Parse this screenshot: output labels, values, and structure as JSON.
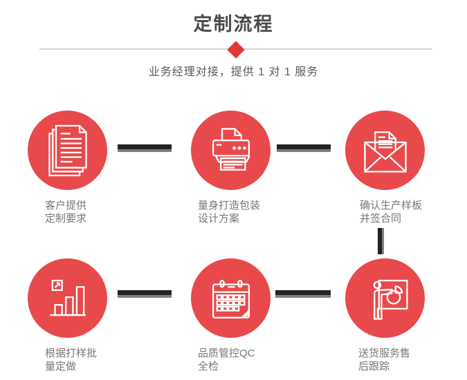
{
  "header": {
    "title": "定制流程",
    "subtitle": "业务经理对接，提供 1 对 1 服务"
  },
  "colors": {
    "circle_red": "#e8494b",
    "diamond_red": "#e23739",
    "connector_dark": "#232323",
    "connector_gray": "#7d7d7d",
    "title_gray": "#4a4a4a",
    "subtitle_gray": "#595959",
    "label_gray": "#777777",
    "divider_gray": "#d6d6d6",
    "icon_stroke": "#ffffff"
  },
  "steps": [
    {
      "icon": "documents-icon",
      "lines": [
        "客户提供",
        "定制要求"
      ]
    },
    {
      "icon": "printer-icon",
      "lines": [
        "量身打造包装",
        "设计方案"
      ]
    },
    {
      "icon": "envelope-icon",
      "lines": [
        "确认生产样板",
        "并签合同"
      ]
    },
    {
      "icon": "bar-chart-icon",
      "lines": [
        "根据打样批",
        "量定做"
      ]
    },
    {
      "icon": "calendar-icon",
      "lines": [
        "品质管控QC",
        "全检"
      ]
    },
    {
      "icon": "presentation-icon",
      "lines": [
        "送货服务售",
        "后跟踪"
      ]
    }
  ]
}
